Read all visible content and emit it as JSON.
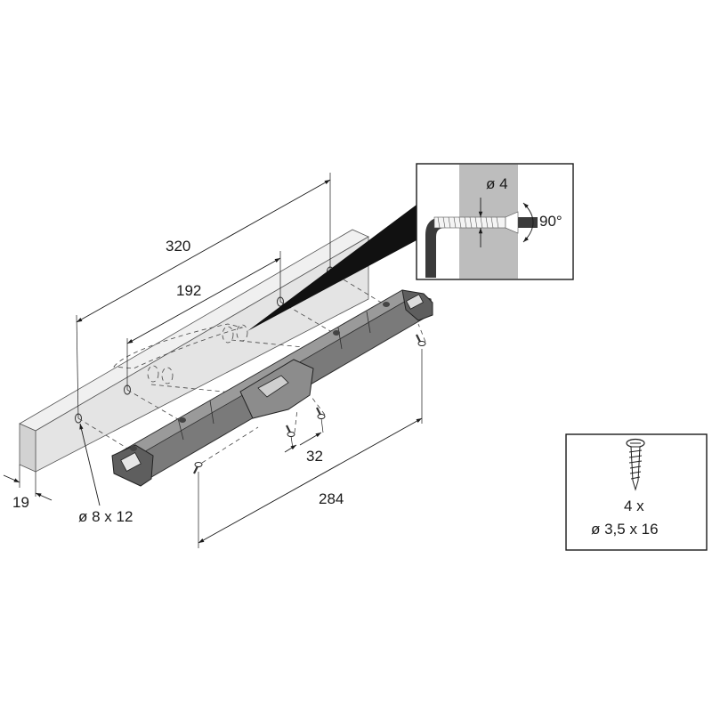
{
  "dimensions": {
    "d320": "320",
    "d192": "192",
    "d284": "284",
    "d32": "32",
    "d19": "19",
    "hole": "ø 8 x 12"
  },
  "detail": {
    "diameter": "ø 4",
    "angle": "90°"
  },
  "screw_box": {
    "quantity": "4 x",
    "size": "ø 3,5 x 16"
  },
  "colors": {
    "board_front": "#e3e3e3",
    "board_top": "#f0f0f0",
    "rail": "#6e6e6e",
    "rail_dark": "#3d3d3d",
    "detail_grey": "#bdbdbd",
    "detail_dark": "#3a3a3a"
  }
}
